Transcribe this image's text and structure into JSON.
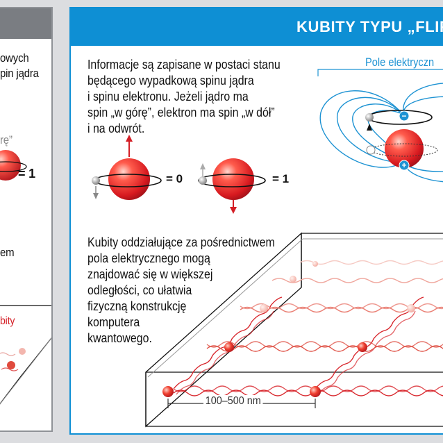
{
  "left_panel": {
    "line1": "owych",
    "line2": "pin jądra",
    "gora": "rę”",
    "eq1": "= 1",
    "line3": "em",
    "kubity": "bity"
  },
  "main_panel": {
    "title": "KUBITY TYPU „FLIP",
    "description_lines": [
      "Informacje są zapisane w postaci stanu",
      "będącego wypadkową spinu jądra",
      "i spinu elektronu. Jeżeli jądro ma",
      "spin „w górę”, elektron ma spin „w dół”",
      "i na odwrót."
    ],
    "eq_zero": "= 0",
    "eq_one": "= 1",
    "field_label": "Pole elektryczn",
    "electron_sign": "−",
    "nucleus_sign": "+",
    "interaction_lines": [
      "Kubity oddziałujące za pośrednictwem",
      "pola elektrycznego mogą",
      "znajdować się w większej",
      "odległości, co ułatwia",
      "fizyczną konstrukcję",
      "komputera",
      "kwantowego."
    ],
    "distance_label": "100–500 nm"
  },
  "colors": {
    "accent_blue": "#0e8fd4",
    "field_blue": "#1e93d3",
    "sphere_red": "#e3252b",
    "wave_red": "#d8262c",
    "header_gray": "#7a7d82"
  }
}
